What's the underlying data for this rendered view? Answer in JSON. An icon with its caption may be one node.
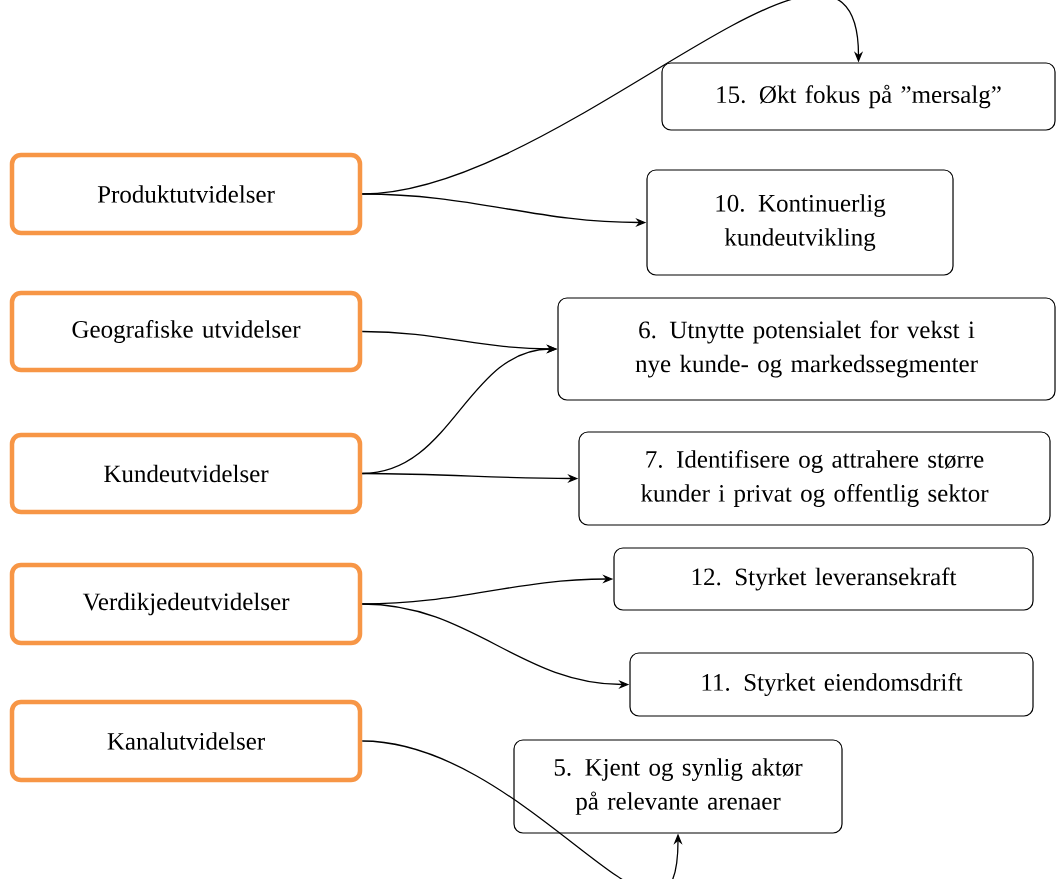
{
  "diagram": {
    "nodes": [
      {
        "text": [
          "15. Økt fokus på ”mersalg”"
        ]
      },
      {
        "text": [
          "Produktutvidelser"
        ]
      },
      {
        "text": [
          "10. Kontinuerlig kundeutvikling"
        ]
      },
      {
        "text": [
          "Geografiske utvidelser"
        ]
      },
      {
        "text": [
          "6. Utnytte potensialet for vekst i nye kunde- og markedssegmenter"
        ]
      },
      {
        "text": [
          "Kundeutvidelser"
        ]
      },
      {
        "text": [
          "7. Identifisere og attrahere større kunder i privat og offentlig sektor"
        ]
      },
      {
        "text": [
          "Verdikjedeutvidelser"
        ]
      },
      {
        "text": [
          "12. Styrket leveransekraft"
        ]
      },
      {
        "text": [
          "11. Styrket eiendomsdrift"
        ]
      },
      {
        "text": [
          "Kanalutvidelser"
        ]
      },
      {
        "text": [
          "5. Kjent og synlig aktør på relevante arenaer"
        ]
      }
    ],
    "edges": [
      {
        "from": 1,
        "to": 0,
        "arrow": "to"
      },
      {
        "from": 1,
        "to": 2,
        "arrow": "to"
      },
      {
        "from": 3,
        "to": 4,
        "arrow": "to"
      },
      {
        "from": 5,
        "to": 4,
        "arrow": "to"
      },
      {
        "from": 5,
        "to": 6,
        "arrow": "to"
      },
      {
        "from": 7,
        "to": 8,
        "arrow": "to"
      },
      {
        "from": 7,
        "to": 9,
        "arrow": "to"
      },
      {
        "from": 10,
        "to": 11,
        "arrow": "to"
      }
    ]
  }
}
